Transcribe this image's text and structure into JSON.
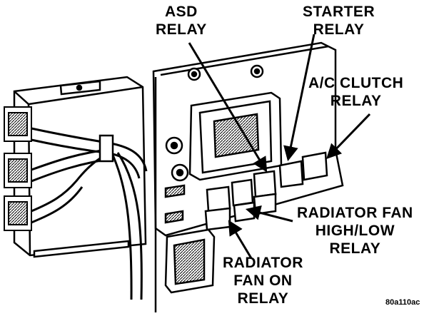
{
  "labels": {
    "asd": [
      "ASD",
      "RELAY"
    ],
    "starter": [
      "STARTER",
      "RELAY"
    ],
    "ac_clutch": [
      "A/C CLUTCH",
      "RELAY"
    ],
    "radiator_hl": [
      "RADIATOR FAN",
      "HIGH/LOW",
      "RELAY"
    ],
    "radiator_on": [
      "RADIATOR",
      "FAN ON",
      "RELAY"
    ]
  },
  "figure_ref": "80a110ac",
  "colors": {
    "ink": "#000000",
    "paper": "#ffffff"
  }
}
